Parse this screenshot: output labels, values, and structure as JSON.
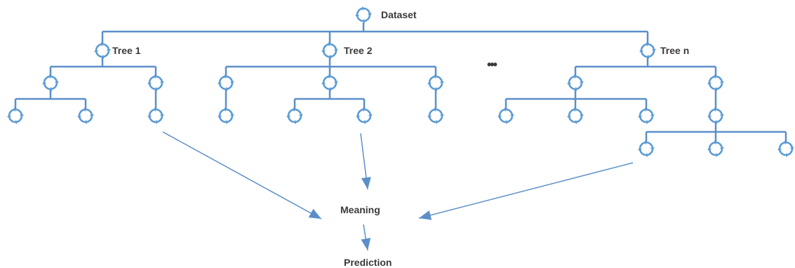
{
  "nodes": {
    "root": "Dataset",
    "tree1": "Tree 1",
    "tree2": "Tree 2",
    "treen": "Tree n",
    "ellipsis": "•••",
    "meaning": "Meaning",
    "prediction": "Prediction"
  },
  "colors": {
    "line": "#5b8fc9",
    "node": "#5b9bd5",
    "text": "#3a3a3a"
  },
  "icons": {
    "node": "circular-arrows-icon"
  }
}
